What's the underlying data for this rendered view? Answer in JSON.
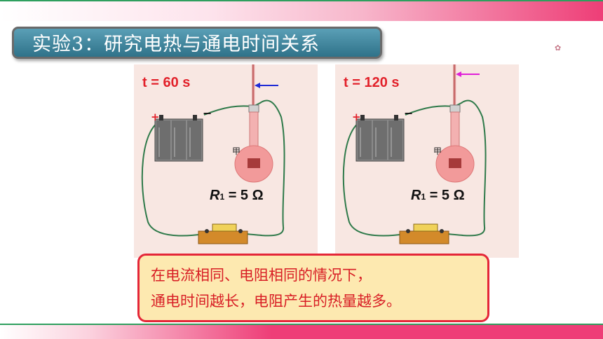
{
  "title": "实验3：研究电热与通电时间关系",
  "panels": [
    {
      "time_label": "t = 60 s",
      "resistor_symbol": "R",
      "resistor_sub": "1",
      "resistor_value": " = 5 Ω",
      "flask_label": "甲",
      "arrow_color": "#1f2bd6"
    },
    {
      "time_label": "t = 120 s",
      "resistor_symbol": "R",
      "resistor_sub": "1",
      "resistor_value": " = 5 Ω",
      "flask_label": "甲",
      "arrow_color": "#e020d8"
    }
  ],
  "battery": {
    "plus": "+",
    "minus": "−"
  },
  "conclusion": {
    "line1": "在电流相同、电阻相同的情况下，",
    "line2": "通电时间越长，电阻产生的热量越多。"
  },
  "colors": {
    "accent_pink": "#ee3e77",
    "title_bg": "#3f8aa3",
    "wire": "#2f7a4a",
    "text_red": "#d81e25"
  }
}
